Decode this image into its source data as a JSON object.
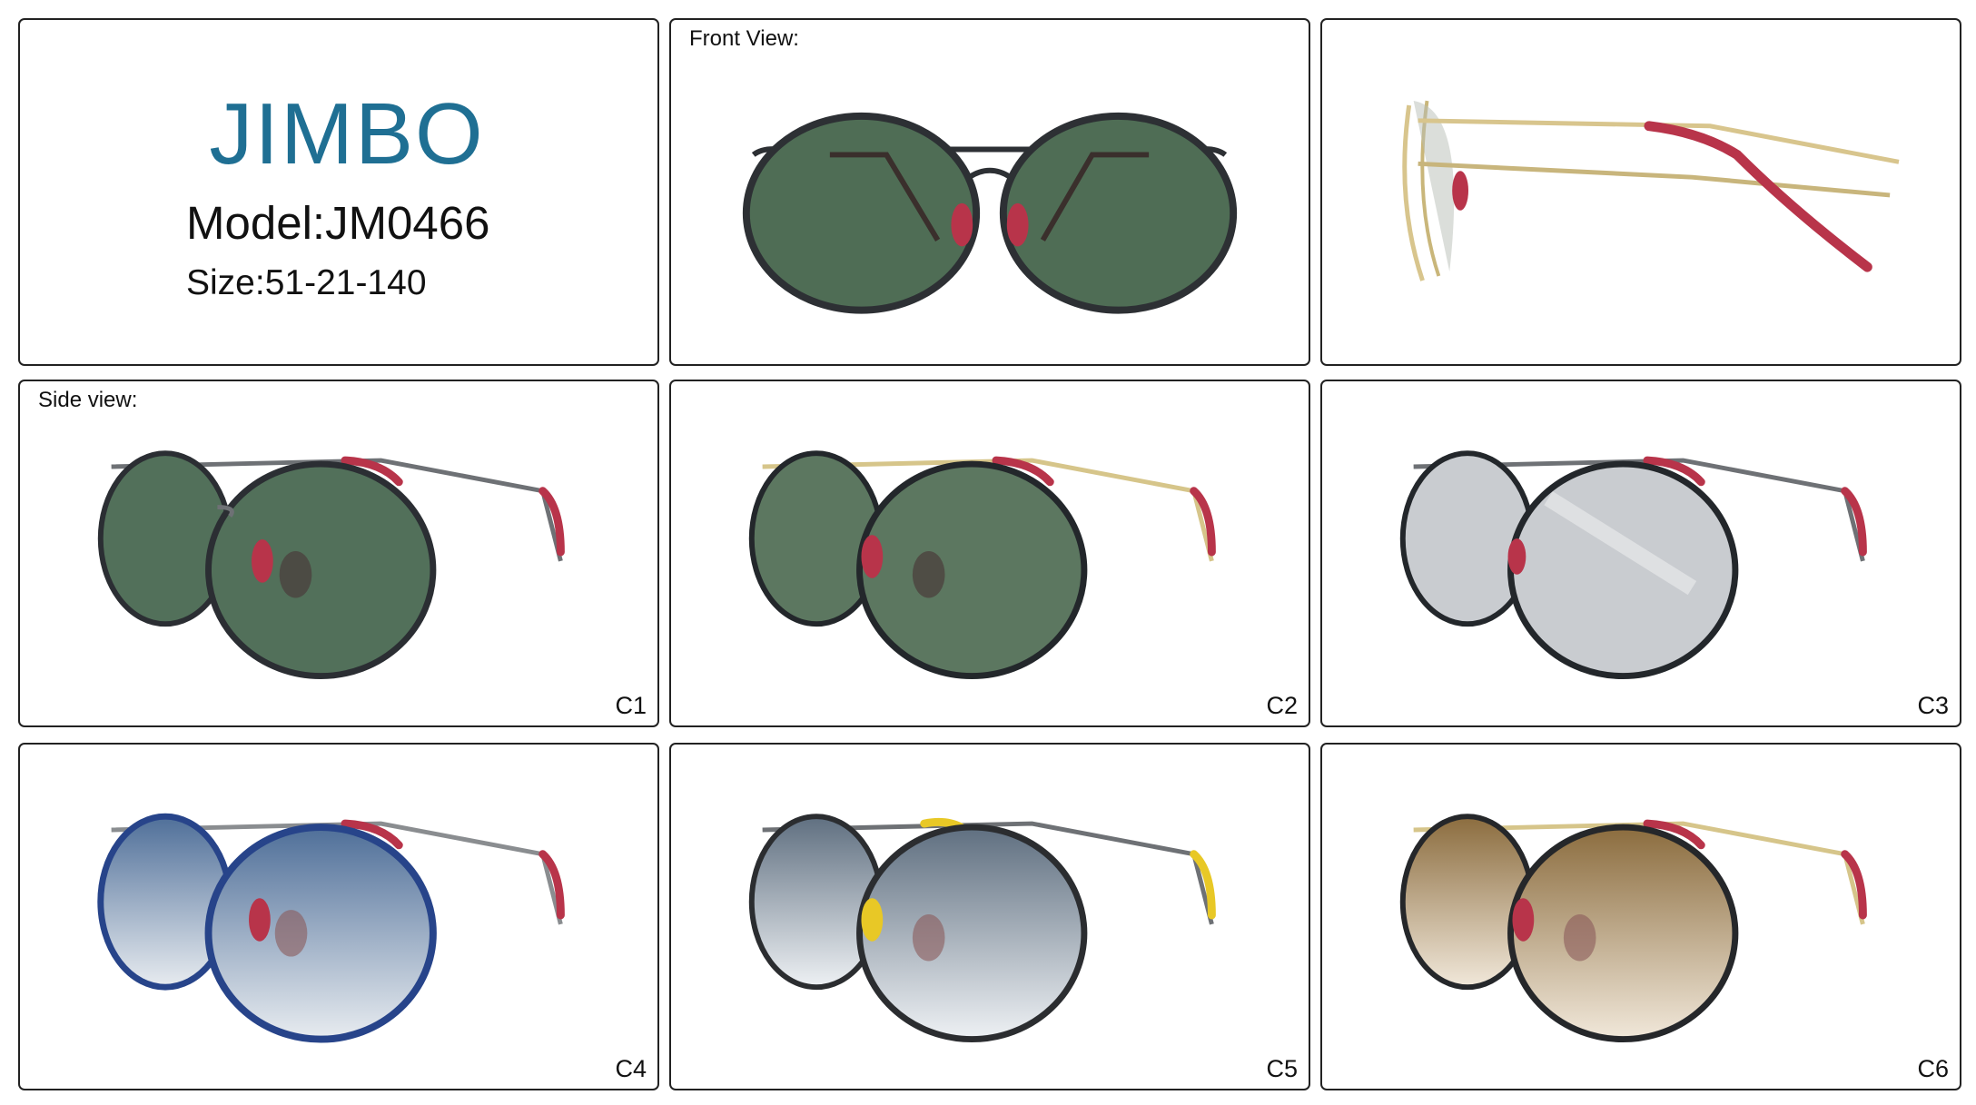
{
  "brand": {
    "logo_text": "JIMBO",
    "logo_color": "#1f6f93"
  },
  "model": {
    "label": "Model:JM0466",
    "size": "Size:51-21-140"
  },
  "views": {
    "front_label": "Front View:",
    "side_label": "Side view:"
  },
  "variants": [
    {
      "code": "C1",
      "frame": "#2b2e33",
      "lens": "#52705a",
      "temple_tip": "#b8344a",
      "bridge": "#6e7175"
    },
    {
      "code": "C2",
      "frame": "#23272b",
      "lens": "#5c7760",
      "temple_tip": "#b8344a",
      "bridge": "#d6c58a"
    },
    {
      "code": "C3",
      "frame": "#23272b",
      "lens": "#c9ccd0",
      "temple_tip": "#b8344a",
      "bridge": "#6e7175"
    },
    {
      "code": "C4",
      "frame": "#27448a",
      "lens": "#9fb8d6",
      "temple_tip": "#b8344a",
      "bridge": "#8a8d90"
    },
    {
      "code": "C5",
      "frame": "#2b2d30",
      "lens": "#b6c6d6",
      "temple_tip": "#e8c826",
      "bridge": "#6e7175"
    },
    {
      "code": "C6",
      "frame": "#25272a",
      "lens": "#b99a6a",
      "temple_tip": "#b8344a",
      "bridge": "#d6c58a"
    }
  ],
  "front_view": {
    "frame": "#2d3034",
    "lens": "#4f6d55",
    "nose_pad": "#b8344a"
  },
  "side_profile": {
    "frame": "#d8c58d",
    "lens": "#b8bdb6",
    "temple_tip": "#b8344a"
  }
}
